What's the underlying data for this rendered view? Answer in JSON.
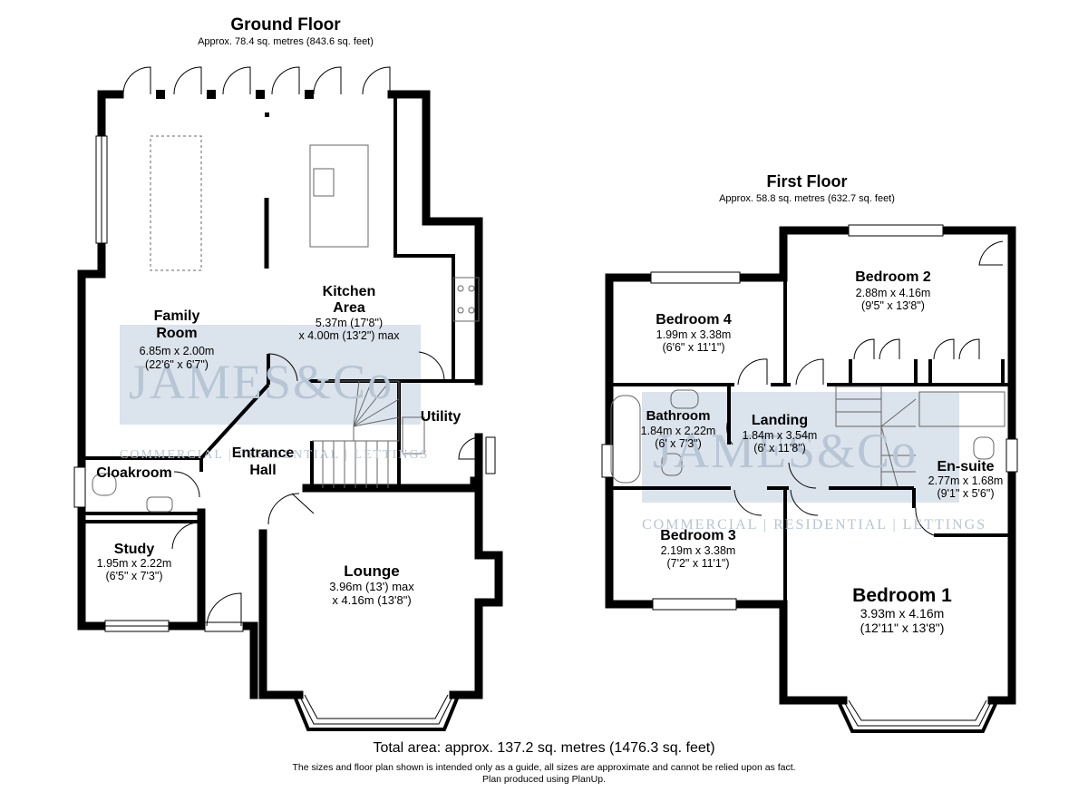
{
  "ground_floor": {
    "title": "Ground Floor",
    "area": "Approx. 78.4 sq. metres (843.6 sq. feet)",
    "rooms": {
      "family_room": {
        "name_line1": "Family",
        "name_line2": "Room",
        "dim1": "6.85m x 2.00m",
        "dim2": "(22'6\" x 6'7\")"
      },
      "kitchen": {
        "name_line1": "Kitchen",
        "name_line2": "Area",
        "dim1": "5.37m (17'8\")",
        "dim2": "x 4.00m (13'2\") max"
      },
      "utility": {
        "name": "Utility"
      },
      "entrance_hall": {
        "name_line1": "Entrance",
        "name_line2": "Hall"
      },
      "cloakroom": {
        "name": "Cloakroom"
      },
      "study": {
        "name": "Study",
        "dim1": "1.95m x 2.22m",
        "dim2": "(6'5\" x 7'3\")"
      },
      "lounge": {
        "name": "Lounge",
        "dim1": "3.96m (13') max",
        "dim2": "x 4.16m (13'8\")"
      }
    }
  },
  "first_floor": {
    "title": "First Floor",
    "area": "Approx. 58.8 sq. metres (632.7 sq. feet)",
    "rooms": {
      "bedroom2": {
        "name": "Bedroom 2",
        "dim1": "2.88m x 4.16m",
        "dim2": "(9'5\" x 13'8\")"
      },
      "bedroom4": {
        "name": "Bedroom 4",
        "dim1": "1.99m x 3.38m",
        "dim2": "(6'6\" x 11'1\")"
      },
      "bathroom": {
        "name": "Bathroom",
        "dim1": "1.84m x 2.22m",
        "dim2": "(6' x 7'3\")"
      },
      "landing": {
        "name": "Landing",
        "dim1": "1.84m x 3.54m",
        "dim2": "(6' x 11'8\")"
      },
      "ensuite": {
        "name": "En-suite",
        "dim1": "2.77m x 1.68m",
        "dim2": "(9'1\" x 5'6\")"
      },
      "bedroom3": {
        "name": "Bedroom 3",
        "dim1": "2.19m x 3.38m",
        "dim2": "(7'2\" x 11'1\")"
      },
      "bedroom1": {
        "name": "Bedroom 1",
        "dim1": "3.93m x 4.16m",
        "dim2": "(12'11\" x 13'8\")"
      }
    }
  },
  "footer": {
    "total": "Total area: approx. 137.2 sq. metres (1476.3 sq. feet)",
    "disclaimer": "The sizes and floor plan shown is intended only as a guide, all sizes are approximate and cannot be relied upon as fact.",
    "produced": "Plan produced using PlanUp."
  },
  "watermark": {
    "brand": "JAMES&Co",
    "tagline": "COMMERCIAL | RESIDENTIAL | LETTINGS"
  },
  "colors": {
    "wall": "#000000",
    "watermark_panel": "#d9e1ea",
    "watermark_text": "#b7c5d4",
    "fixture": "#555555"
  }
}
